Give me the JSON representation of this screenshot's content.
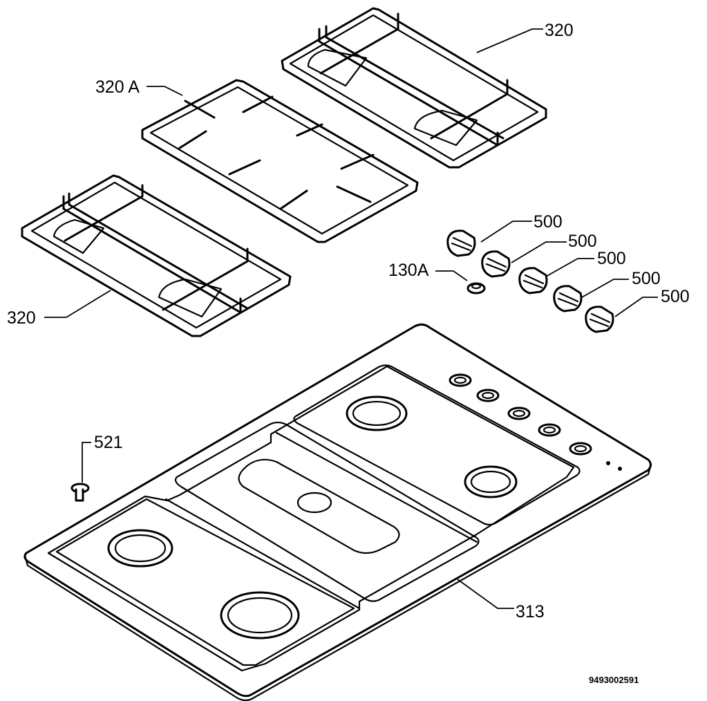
{
  "labels": {
    "grid_right": "320",
    "grid_center": "320 A",
    "grid_left": "320",
    "knob_1": "500",
    "knob_2": "500",
    "knob_3": "500",
    "knob_4": "500",
    "knob_5": "500",
    "spark_button": "130A",
    "screw": "521",
    "hob_top": "313"
  },
  "document_code": "9493002591"
}
